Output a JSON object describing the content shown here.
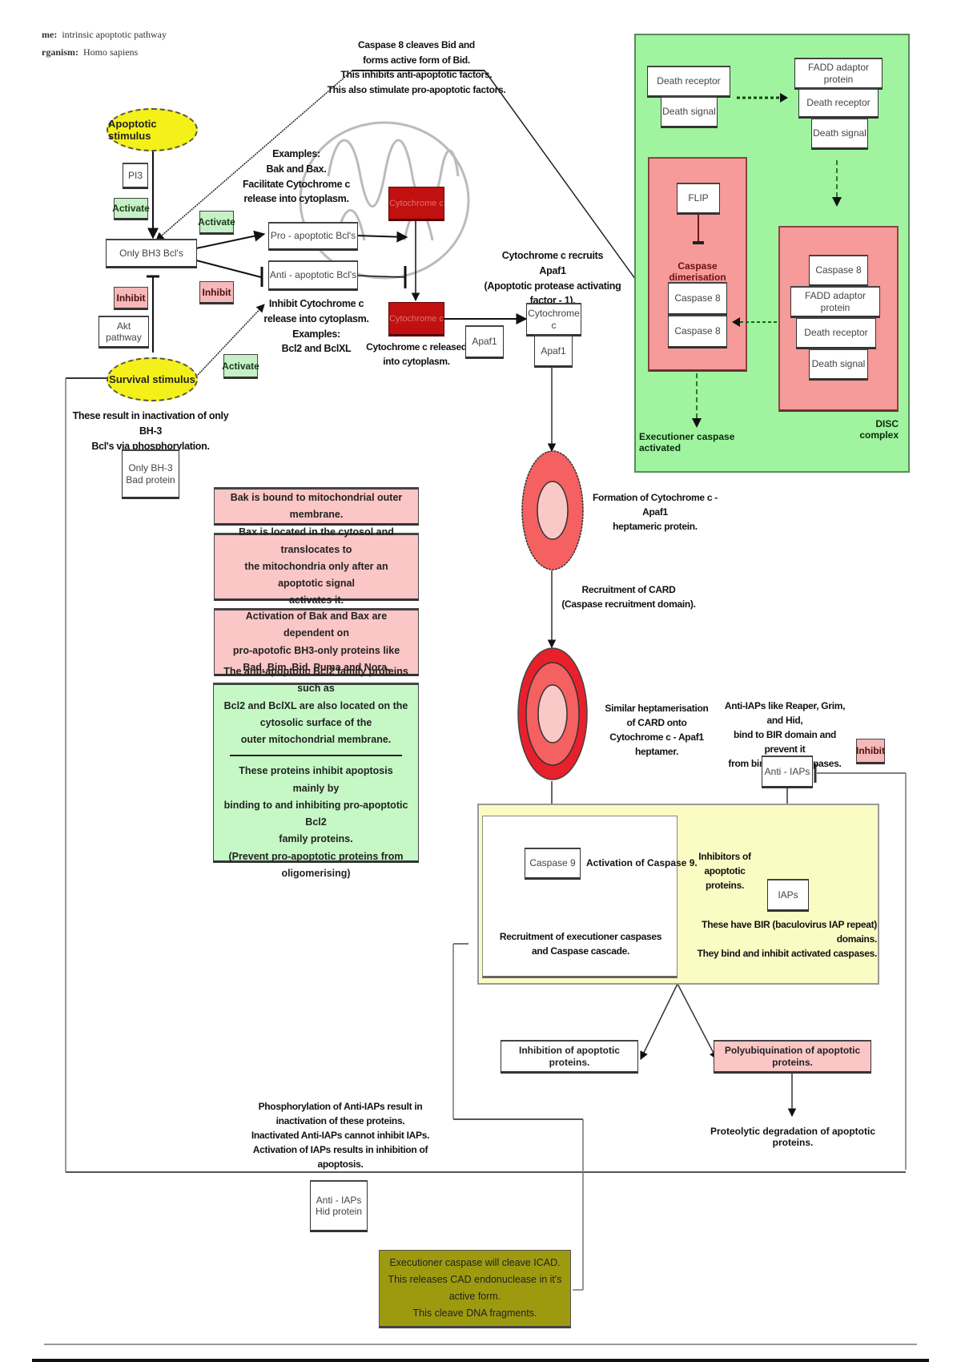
{
  "header": {
    "name_label": "me:",
    "name_value": "intrinsic apoptotic pathway",
    "organism_label": "rganism:",
    "organism_value": "Homo sapiens"
  },
  "colors": {
    "stimulus_yellow": "#f4f01a",
    "activate_green": "#c6f0c6",
    "inhibit_red": "#f6b8b8",
    "cytochrome_red": "#c01010",
    "disc_green": "#a0f4a0",
    "complex_red": "#f79a9a",
    "apoptosome_red": "#e8202c",
    "iap_yellow": "#fbfbc4",
    "dna_olive": "#9e9a10"
  },
  "left": {
    "apoptotic_stimulus": "Apoptotic stimulus",
    "pi3": "PI3",
    "activate_1": "Activate",
    "only_bh3": "Only BH3 Bcl's",
    "activate_2": "Activate",
    "inhibit_1": "Inhibit",
    "inhibit_2": "Inhibit",
    "akt_pathway": "Akt pathway",
    "survival_stimulus": "Survival stimulus",
    "activate_3": "Activate",
    "survival_note": [
      "These result in inactivation of only BH-3",
      "Bcl's via phosphorylation."
    ],
    "bad_protein": [
      "Only BH-3",
      "Bad protein"
    ]
  },
  "center": {
    "caspase8_note": [
      "Caspase 8 cleaves Bid and",
      "forms active form of Bid.",
      "This inhibits anti-apoptotic factors.",
      "This also stimulate pro-apoptotic factors."
    ],
    "pro_examples": [
      "Examples:",
      "Bak and Bax.",
      "Facilitate Cytochrome c",
      "release into cytoplasm."
    ],
    "pro_apoptotic": "Pro - apoptotic Bcl's",
    "anti_apoptotic": "Anti - apoptotic Bcl's",
    "anti_examples": [
      "Inhibit Cytochrome c",
      "release into cytoplasm.",
      "Examples:",
      "Bcl2 and BclXL"
    ],
    "cytochrome_inner": "Cytochrome c",
    "cytochrome_released": "Cytochrome c",
    "released_note": [
      "Cytochrome c released",
      "into cytoplasm."
    ],
    "apaf1_free": "Apaf1",
    "recruits_note": [
      "Cytochrome c recruits",
      "Apaf1",
      "(Apoptotic protease activating factor - 1)."
    ],
    "complex_cyto": "Cytochrome c",
    "complex_apaf1": "Apaf1"
  },
  "disc": {
    "death_receptor_1": "Death receptor",
    "death_signal_1": "Death signal",
    "fadd_1": "FADD adaptor protein",
    "death_receptor_2": "Death receptor",
    "death_signal_2": "Death signal",
    "flip": "FLIP",
    "dimerisation": "Caspase dimerisation",
    "caspase8_a": "Caspase 8",
    "caspase8_b": "Caspase 8",
    "caspase8_c": "Caspase 8",
    "fadd_2": "FADD adaptor protein",
    "death_receptor_3": "Death receptor",
    "death_signal_3": "Death signal",
    "executioner": "Executioner caspase activated",
    "disc_label": "DISC complex"
  },
  "notes": {
    "bak": "Bak is bound to mitochondrial outer membrane.",
    "bax": [
      "Bax is located in the cytosol and translocates to",
      "the mitochondria only after an apoptotic signal",
      "activates it."
    ],
    "activation": [
      "Activation of Bak and Bax are dependent on",
      "pro-apotofic BH3-only proteins like",
      "Bad, Bim, Bid, Puma and Nora."
    ],
    "anti_top": [
      "The anti-apoptotic Bcl2 family proteins such as",
      "Bcl2 and BclXL are also located on the",
      "cytosolic surface of the",
      "outer mitochondrial membrane."
    ],
    "anti_bottom": [
      "These proteins inhibit apoptosis mainly by",
      "binding to and inhibiting pro-apoptotic Bcl2",
      "family proteins.",
      "(Prevent pro-apoptotic proteins from oligomerising)"
    ]
  },
  "apoptosome": {
    "formation": [
      "Formation of Cytochrome c - Apaf1",
      "heptameric protein."
    ],
    "card": [
      "Recruitment of CARD",
      "(Caspase recruitment domain)."
    ],
    "similar": [
      "Similar heptamerisation",
      "of CARD onto",
      "Cytochrome c - Apaf1 heptamer."
    ]
  },
  "iap": {
    "anti_iaps_note": [
      "Anti-IAPs like Reaper, Grim, and Hid,",
      "bind to BIR domain and prevent it",
      "from binding to caspases."
    ],
    "inhibit": "Inhibit",
    "anti_iaps": "Anti - IAPs",
    "caspase9": "Caspase 9",
    "activation_c9": "Activation of Caspase 9.",
    "inhibitors_note": [
      "Inhibitors of",
      "apoptotic proteins."
    ],
    "iaps": "IAPs",
    "bir_note": [
      "These have BIR (baculovirus IAP repeat) domains.",
      "They bind and inhibit activated caspases."
    ],
    "recruitment": [
      "Recruitment of executioner caspases",
      "and Caspase cascade."
    ],
    "inhibition_box": "Inhibition of apoptotic proteins.",
    "poly_box": "Polyubiquination of apoptotic proteins.",
    "proteolytic": "Proteolytic degradation of apoptotic proteins."
  },
  "bottom": {
    "phospho_note": [
      "Phosphorylation of Anti-IAPs result in",
      "inactivation of these proteins.",
      "Inactivated Anti-IAPs cannot inhibit IAPs.",
      "Activation of IAPs results in inhibition of apoptosis."
    ],
    "hid_box": [
      "Anti - IAPs",
      "Hid protein"
    ],
    "dna_note": [
      "Executioner caspase will cleave ICAD.",
      "This releases CAD endonuclease in it's active form.",
      "This cleave DNA fragments."
    ]
  }
}
